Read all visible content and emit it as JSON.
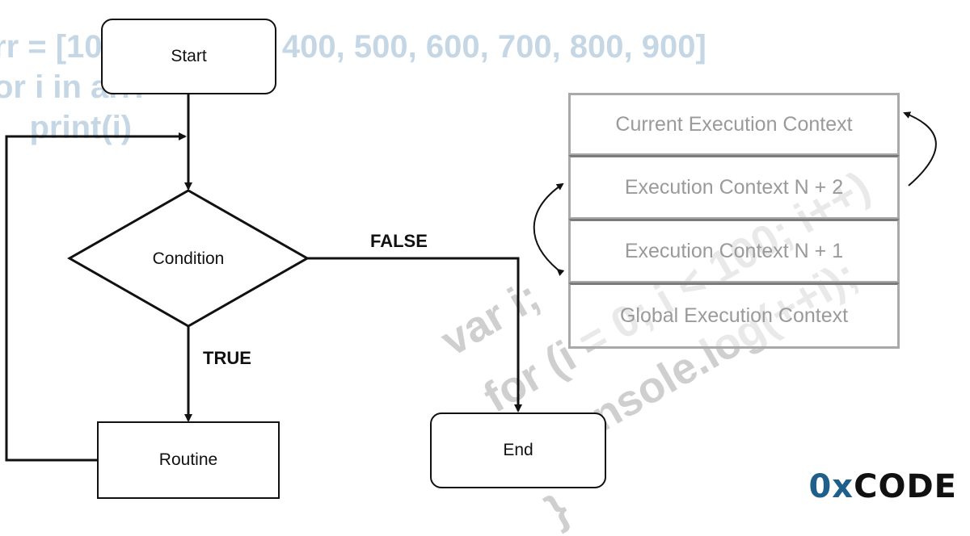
{
  "background_code": {
    "line1": "rr = [100, 200, 300, 400, 500, 600, 700, 800, 900]",
    "line2": "or i in arr:",
    "line3": "    print(i)"
  },
  "watermark_code": {
    "line1": "var i;",
    "line2": "for (i = 0; i < 100; i++)",
    "line3": "  console.log(++i);",
    "line4": "}"
  },
  "flowchart": {
    "start": "Start",
    "condition": "Condition",
    "routine": "Routine",
    "end": "End",
    "true_label": "TRUE",
    "false_label": "FALSE"
  },
  "execution_stack": [
    "Current Execution Context",
    "Execution Context N + 2",
    "Execution Context N + 1",
    "Global Execution Context"
  ],
  "logo": {
    "prefix": "0x",
    "suffix": "CODE"
  },
  "colors": {
    "line": "#111111",
    "code_bg": "#c5d6e5",
    "watermark": "#cfcfcf",
    "stack_border": "#a9a9a9",
    "logo_prefix": "#1f5f8b",
    "logo_suffix": "#111111"
  }
}
